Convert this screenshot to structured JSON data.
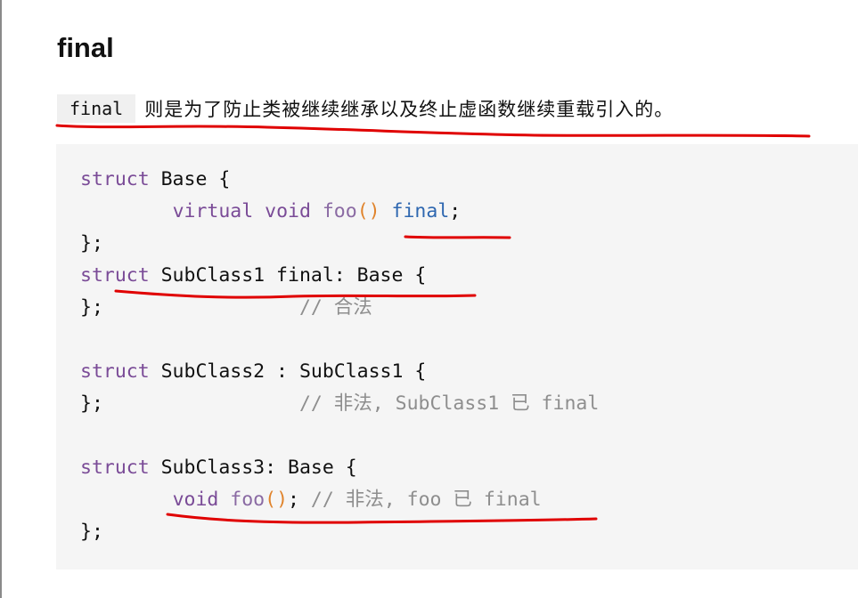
{
  "section_title": "final",
  "description": {
    "code_term": "final",
    "text": "则是为了防止类被继续继承以及终止虚函数继续重载引入的。"
  },
  "code": {
    "l1": {
      "kw": "struct",
      "rest": " Base {"
    },
    "l2": {
      "indent": "        ",
      "kw": "virtual",
      "kw2": "void",
      "fn": "foo",
      "parens": "()",
      "mod": "final",
      "end": ";"
    },
    "l3": {
      "text": "};"
    },
    "l4": {
      "kw": "struct",
      "rest": " SubClass1 final: Base {"
    },
    "l5": {
      "text": "};",
      "pad": "                 ",
      "comment": "// 合法"
    },
    "l7": {
      "kw": "struct",
      "rest": " SubClass2 : SubClass1 {"
    },
    "l8": {
      "text": "};",
      "pad": "                 ",
      "comment": "// 非法, SubClass1 已 final"
    },
    "l10": {
      "kw": "struct",
      "rest": " SubClass3: Base {"
    },
    "l11": {
      "indent": "        ",
      "kw": "void",
      "fn": "foo",
      "parens": "()",
      "end": "; ",
      "comment": "// 非法, foo 已 final"
    },
    "l12": {
      "text": "};"
    }
  },
  "colors": {
    "keyword": "#7a4b97",
    "function": "#8a6aa3",
    "parens": "#e0832b",
    "modifier": "#2e67b0",
    "comment": "#8e8e8e",
    "annotation": "#e00000",
    "code_background": "#f5f5f5"
  }
}
